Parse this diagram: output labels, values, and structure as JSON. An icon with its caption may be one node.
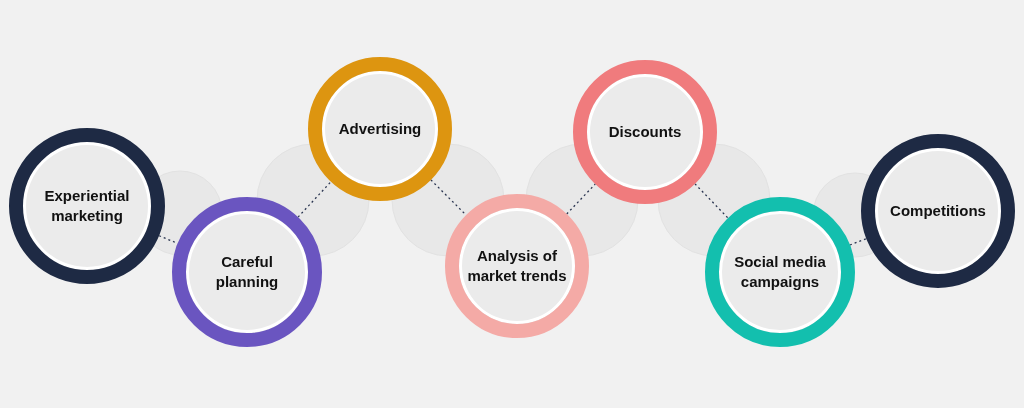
{
  "diagram": {
    "nodes": [
      {
        "text": [
          "Experiential marketing"
        ]
      },
      {
        "text": [
          "Careful planning"
        ]
      },
      {
        "text": [
          "Advertising"
        ]
      },
      {
        "text": [
          "Analysis of market trends"
        ]
      },
      {
        "text": [
          "Discounts"
        ]
      },
      {
        "text": [
          "Social media campaigns"
        ]
      },
      {
        "text": [
          "Competitions"
        ]
      }
    ],
    "edges": [
      {
        "from": 0,
        "to": 1,
        "arrow": "none",
        "style": "dashed"
      },
      {
        "from": 1,
        "to": 2,
        "arrow": "none",
        "style": "dashed"
      },
      {
        "from": 2,
        "to": 3,
        "arrow": "none",
        "style": "dashed"
      },
      {
        "from": 3,
        "to": 4,
        "arrow": "none",
        "style": "dashed"
      },
      {
        "from": 4,
        "to": 5,
        "arrow": "none",
        "style": "dashed"
      },
      {
        "from": 5,
        "to": 6,
        "arrow": "none",
        "style": "dashed"
      }
    ]
  }
}
